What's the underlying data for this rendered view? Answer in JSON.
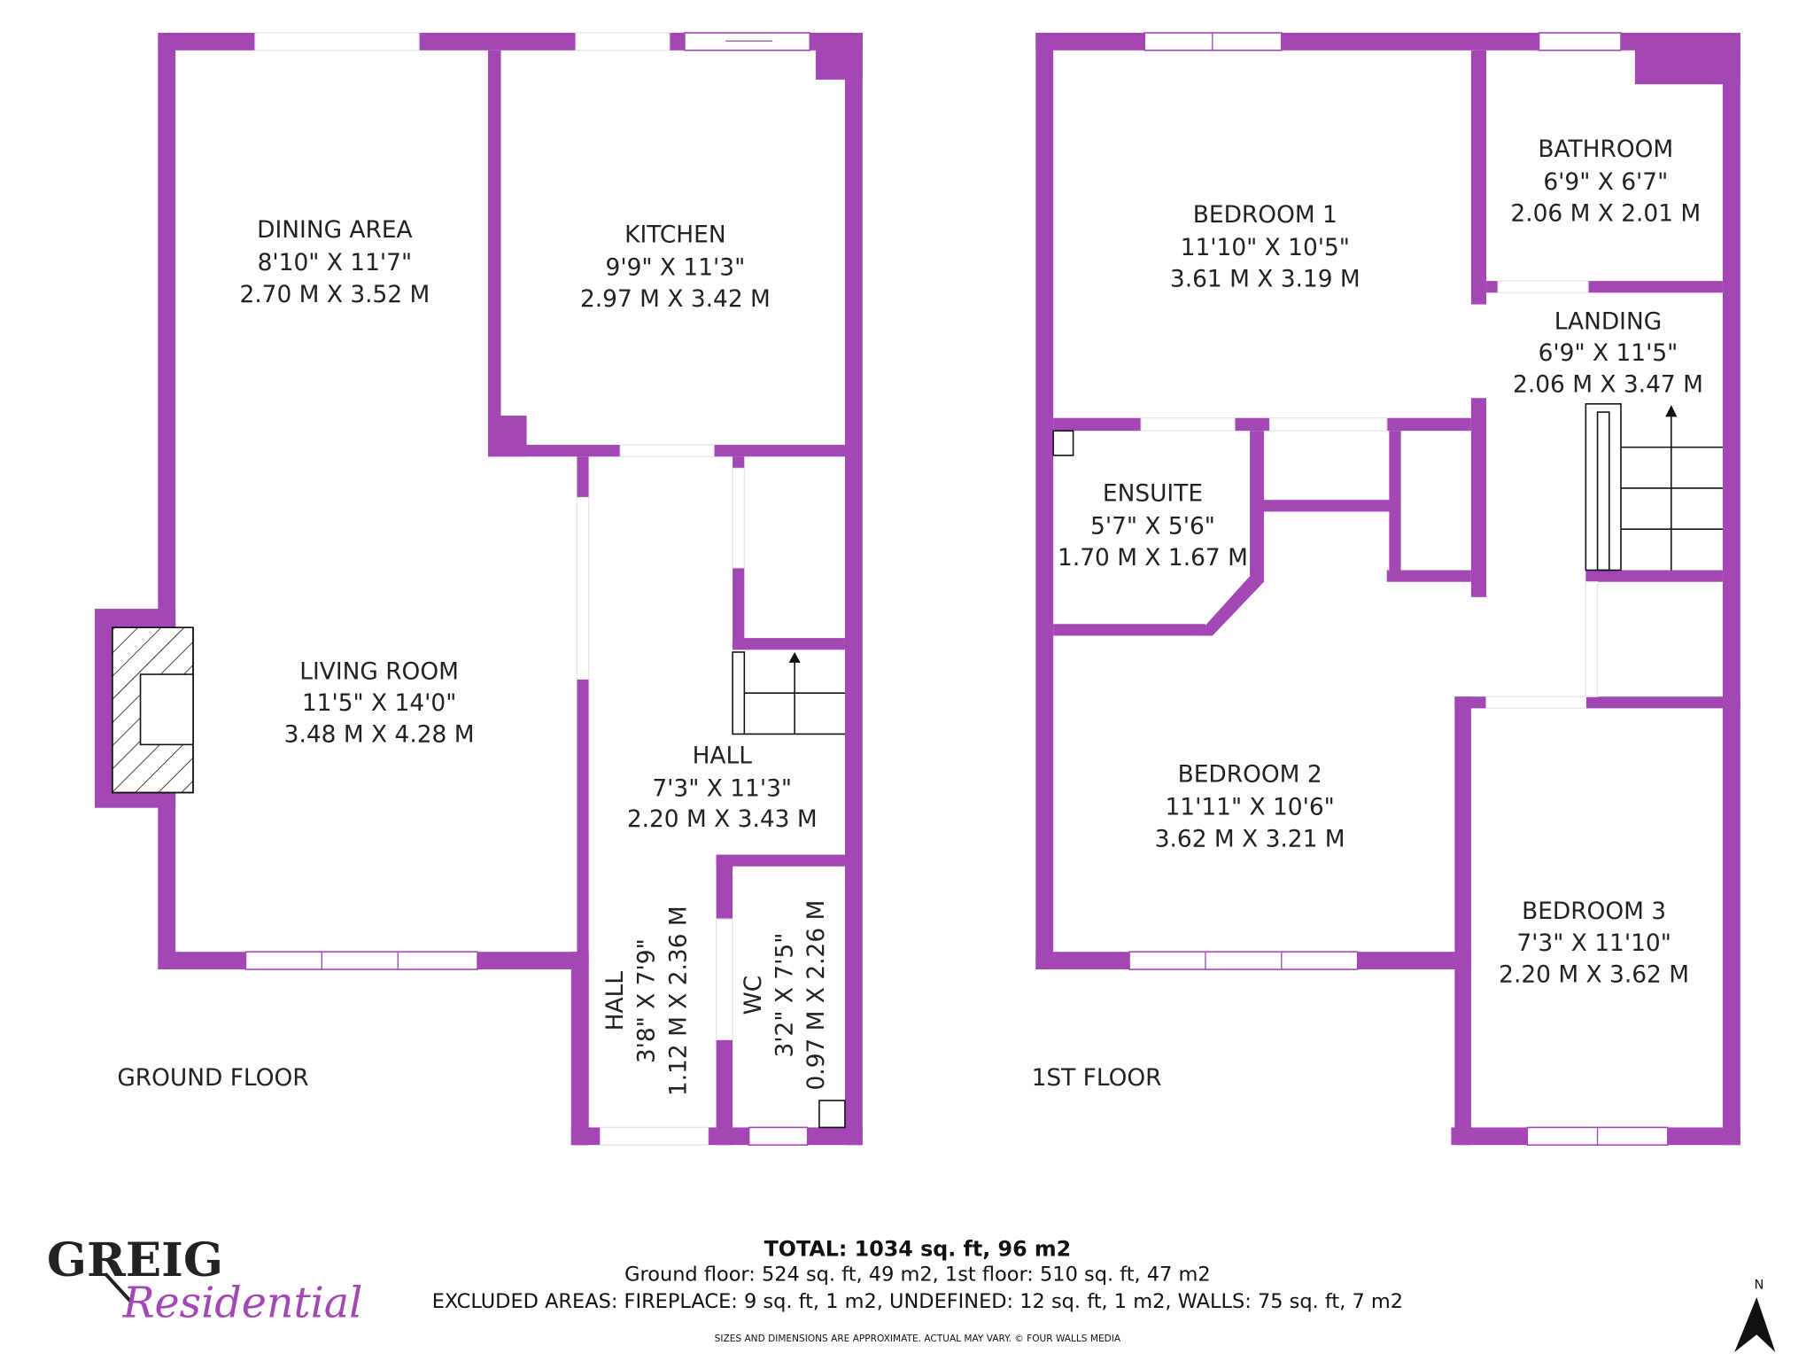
{
  "ground_floor": {
    "label": "GROUND FLOOR",
    "rooms": [
      {
        "name": "DINING AREA",
        "imperial": "8'10\" X 11'7\"",
        "metric": "2.70 M X 3.52 M"
      },
      {
        "name": "KITCHEN",
        "imperial": "9'9\" X 11'3\"",
        "metric": "2.97 M X 3.42 M"
      },
      {
        "name": "LIVING ROOM",
        "imperial": "11'5\" X 14'0\"",
        "metric": "3.48 M X 4.28 M"
      },
      {
        "name": "HALL",
        "imperial": "7'3\" X 11'3\"",
        "metric": "2.20 M X 3.43 M"
      },
      {
        "name": "HALL",
        "imperial": "3'8\" X 7'9\"",
        "metric": "1.12 M X 2.36 M"
      },
      {
        "name": "WC",
        "imperial": "3'2\" X 7'5\"",
        "metric": "0.97 M X 2.26 M"
      }
    ]
  },
  "first_floor": {
    "label": "1ST FLOOR",
    "rooms": [
      {
        "name": "BEDROOM 1",
        "imperial": "11'10\" X 10'5\"",
        "metric": "3.61 M X 3.19 M"
      },
      {
        "name": "BATHROOM",
        "imperial": "6'9\" X 6'7\"",
        "metric": "2.06 M X 2.01 M"
      },
      {
        "name": "LANDING",
        "imperial": "6'9\" X 11'5\"",
        "metric": "2.06 M X 3.47 M"
      },
      {
        "name": "ENSUITE",
        "imperial": "5'7\" X 5'6\"",
        "metric": "1.70 M X 1.67 M"
      },
      {
        "name": "BEDROOM 2",
        "imperial": "11'11\" X 10'6\"",
        "metric": "3.62 M X 3.21 M"
      },
      {
        "name": "BEDROOM 3",
        "imperial": "7'3\" X 11'10\"",
        "metric": "2.20 M X 3.62 M"
      }
    ]
  },
  "footer": {
    "total": "TOTAL: 1034 sq. ft, 96 m2",
    "floors": "Ground floor: 524 sq. ft, 49 m2, 1st floor: 510 sq. ft, 47 m2",
    "excluded": "EXCLUDED AREAS: FIREPLACE: 9 sq. ft, 1 m2, UNDEFINED: 12 sq. ft, 1 m2, WALLS: 75 sq. ft, 7 m2",
    "disclaimer": "SIZES AND DIMENSIONS ARE APPROXIMATE. ACTUAL MAY VARY. © FOUR WALLS MEDIA"
  },
  "logo": {
    "line1": "GREIG",
    "line2": "Residential"
  },
  "compass": {
    "label": "N"
  },
  "colors": {
    "wall": "#a347b5",
    "logo_accent": "#a347b5"
  }
}
